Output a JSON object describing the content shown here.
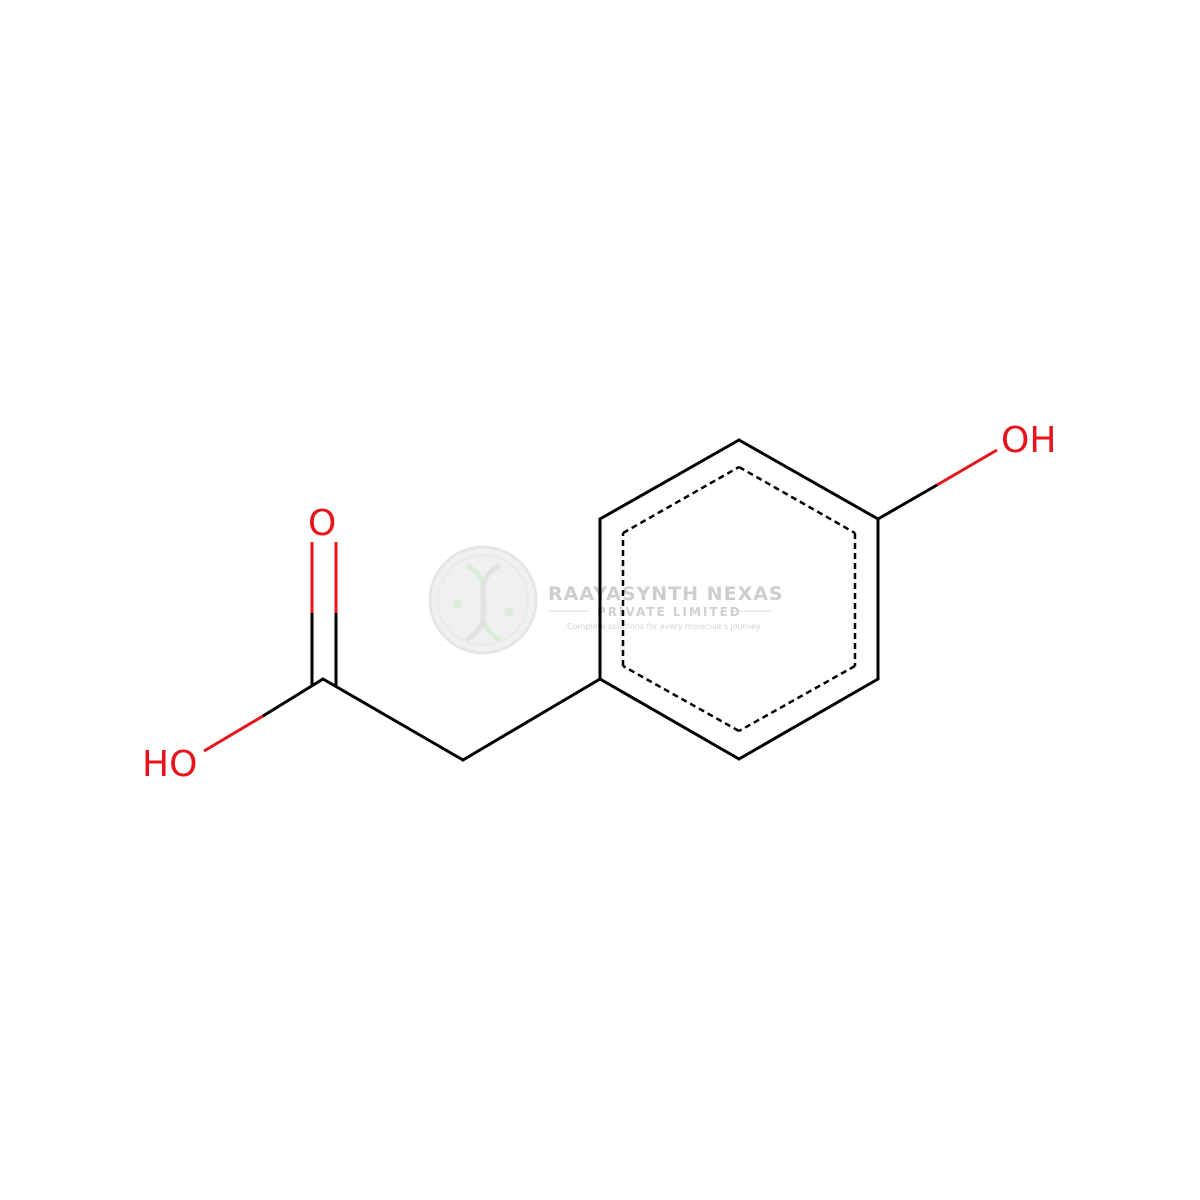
{
  "molecule": {
    "atoms": {
      "top_hydroxyl": "OH",
      "carbonyl_oxygen": "O",
      "acid_hydroxyl": "HO"
    }
  },
  "watermark": {
    "title": "RAAYASYNTH NEXAS",
    "subtitle": "PRIVATE LIMITED",
    "tagline": "Complete solutions for every molecule's journey",
    "logo_icon": "dna-helix-icon"
  },
  "colors": {
    "bond": "#000000",
    "heteroatom": "#e8141c",
    "watermark": "#cccccc"
  }
}
